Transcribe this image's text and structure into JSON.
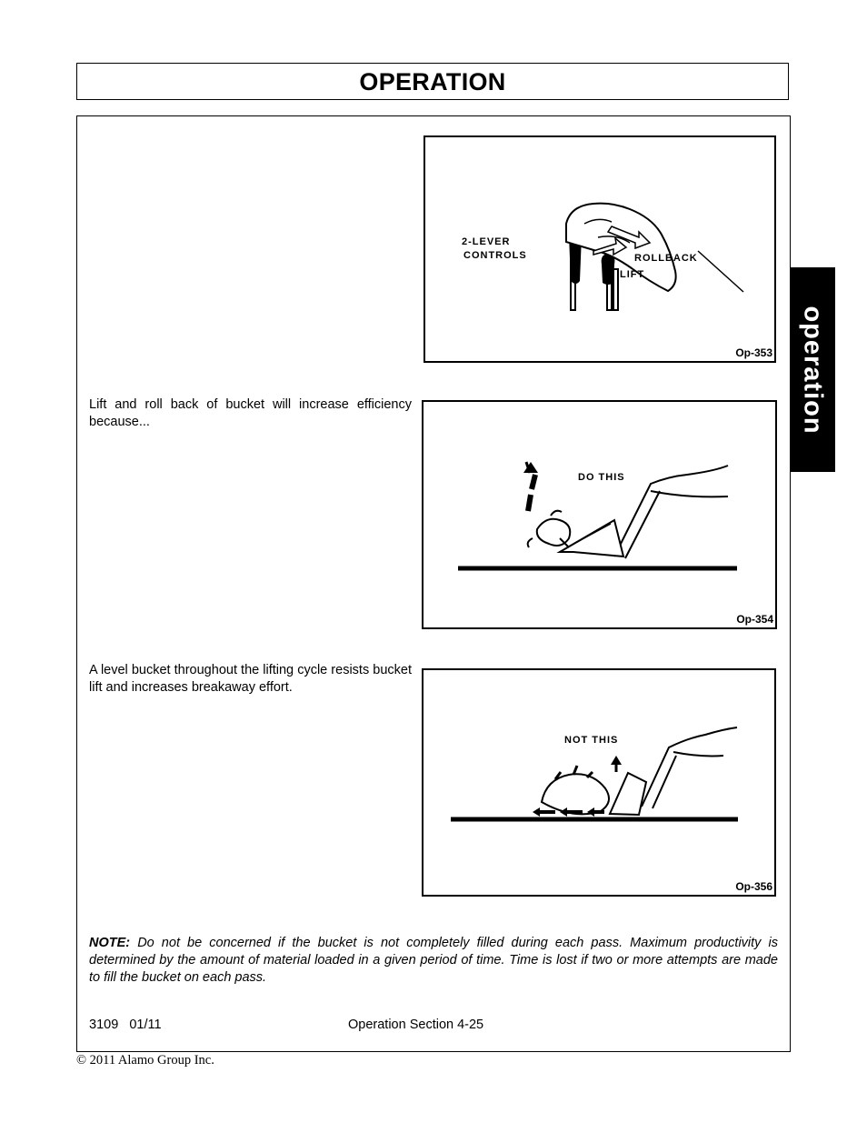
{
  "header": {
    "title": "OPERATION"
  },
  "side_tab": {
    "label": "operation"
  },
  "figures": [
    {
      "code": "Op-353",
      "labels": [
        "2-LEVER",
        "CONTROLS",
        "ROLLBACK",
        "LIFT"
      ]
    },
    {
      "code": "Op-354",
      "labels": [
        "DO THIS"
      ]
    },
    {
      "code": "Op-356",
      "labels": [
        "NOT THIS"
      ]
    }
  ],
  "paragraphs": [
    "Lift and roll back of bucket will increase efficiency because...",
    "A level bucket throughout the lifting cycle resists bucket lift and increases breakaway effort."
  ],
  "note": {
    "label": "NOTE:",
    "text": " Do not be concerned if the bucket is not completely filled during each pass. Maximum productivity is determined by the amount of material loaded in a given period of time. Time is lost if two or more attempts are made to fill the bucket on each pass."
  },
  "footer": {
    "doc_number": "3109   01/11",
    "section": "Operation Section 4-25",
    "copyright": "© 2011 Alamo Group Inc."
  }
}
